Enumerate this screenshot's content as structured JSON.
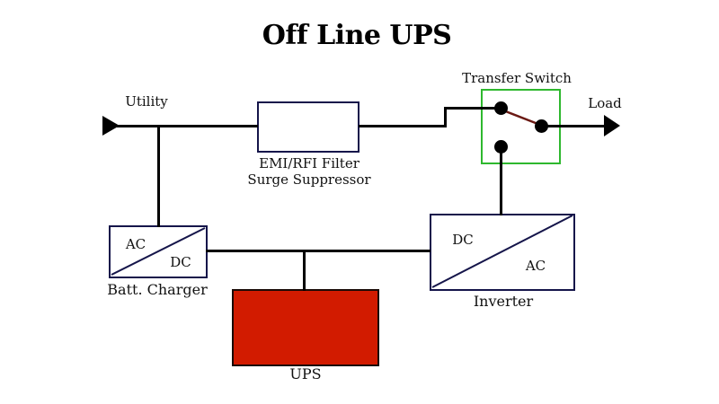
{
  "diagram": {
    "title": "Off Line UPS",
    "labels": {
      "utility": "Utility",
      "load": "Load",
      "transfer_switch": "Transfer Switch",
      "emi_filter_line1": "EMI/RFI Filter",
      "emi_filter_line2": "Surge Suppressor",
      "batt_charger": "Batt. Charger",
      "charger_input": "AC",
      "charger_output": "DC",
      "inverter": "Inverter",
      "inverter_input": "DC",
      "inverter_output": "AC",
      "ups": "UPS"
    },
    "colors": {
      "line": "#000000",
      "converter_border": "#15154a",
      "transfer_switch_border": "#2eb82e",
      "ups_fill": "#d21b00",
      "ups_border": "#1a0a06",
      "switch_blade": "#6b1a14",
      "text": "#111111",
      "background": "#ffffff"
    }
  }
}
